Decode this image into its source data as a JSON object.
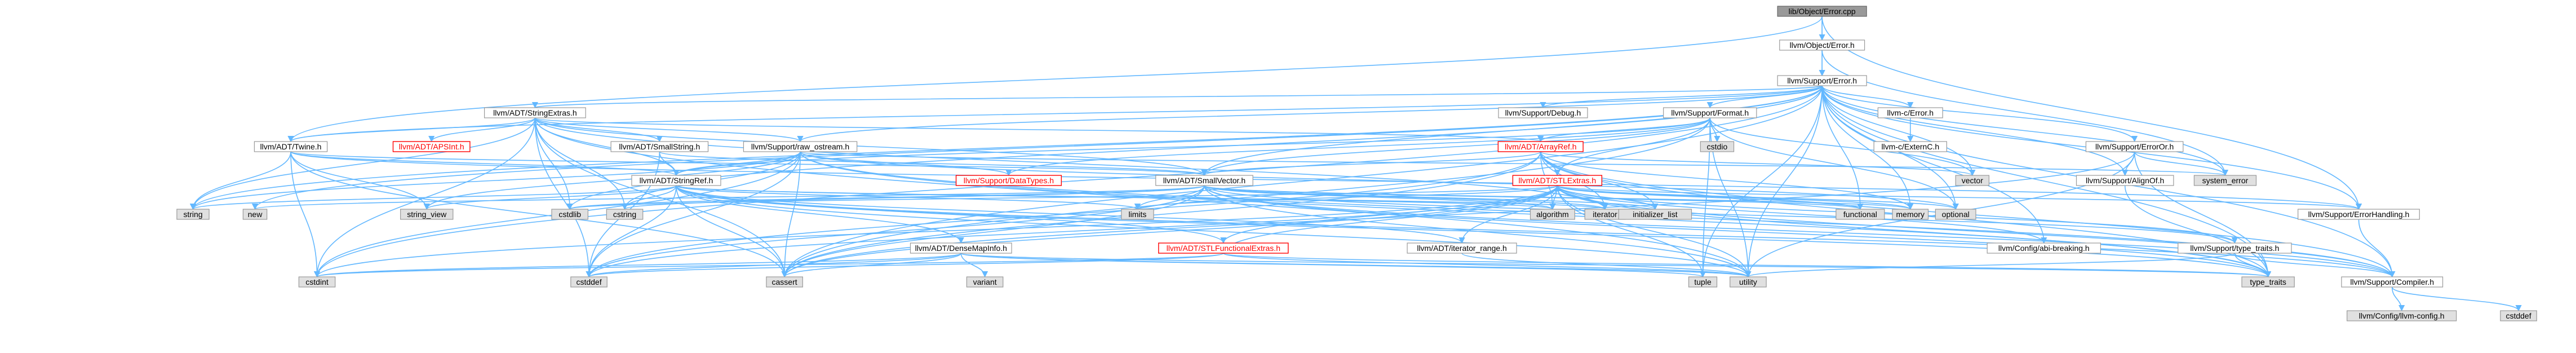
{
  "graph": {
    "colors": {
      "edge": "#63b8ff",
      "root_fill": "#999999",
      "sys_fill": "#e0e0e0",
      "highlight": "#ff0000"
    },
    "nodes": [
      {
        "id": "root",
        "label": "lib/Object/Error.cpp",
        "kind": "root"
      },
      {
        "id": "objerr",
        "label": "llvm/Object/Error.h",
        "kind": "normal"
      },
      {
        "id": "superr",
        "label": "llvm/Support/Error.h",
        "kind": "normal"
      },
      {
        "id": "stringextras",
        "label": "llvm/ADT/StringExtras.h",
        "kind": "normal"
      },
      {
        "id": "twine",
        "label": "llvm/ADT/Twine.h",
        "kind": "normal"
      },
      {
        "id": "apsint",
        "label": "llvm/ADT/APSInt.h",
        "kind": "red"
      },
      {
        "id": "smallstring",
        "label": "llvm/ADT/SmallString.h",
        "kind": "normal"
      },
      {
        "id": "rawostream",
        "label": "llvm/Support/raw_ostream.h",
        "kind": "normal"
      },
      {
        "id": "debug",
        "label": "llvm/Support/Debug.h",
        "kind": "normal"
      },
      {
        "id": "format",
        "label": "llvm/Support/Format.h",
        "kind": "normal"
      },
      {
        "id": "arrayref",
        "label": "llvm/ADT/ArrayRef.h",
        "kind": "red"
      },
      {
        "id": "cstdio",
        "label": "cstdio",
        "kind": "sys"
      },
      {
        "id": "stlextras",
        "label": "llvm/ADT/STLExtras.h",
        "kind": "red"
      },
      {
        "id": "stringref",
        "label": "llvm/ADT/StringRef.h",
        "kind": "normal"
      },
      {
        "id": "datatypes",
        "label": "llvm/Support/DataTypes.h",
        "kind": "red"
      },
      {
        "id": "smallvector",
        "label": "llvm/ADT/SmallVector.h",
        "kind": "normal"
      },
      {
        "id": "cerror",
        "label": "llvm-c/Error.h",
        "kind": "normal"
      },
      {
        "id": "cexternc",
        "label": "llvm-c/ExternC.h",
        "kind": "normal"
      },
      {
        "id": "erroror",
        "label": "llvm/Support/ErrorOr.h",
        "kind": "normal"
      },
      {
        "id": "alignof",
        "label": "llvm/Support/AlignOf.h",
        "kind": "normal"
      },
      {
        "id": "systemerror",
        "label": "system_error",
        "kind": "sys"
      },
      {
        "id": "vector",
        "label": "vector",
        "kind": "sys"
      },
      {
        "id": "string",
        "label": "string",
        "kind": "sys"
      },
      {
        "id": "new",
        "label": "new",
        "kind": "sys"
      },
      {
        "id": "stringview",
        "label": "string_view",
        "kind": "sys"
      },
      {
        "id": "cstdlib",
        "label": "cstdlib",
        "kind": "sys"
      },
      {
        "id": "cstring",
        "label": "cstring",
        "kind": "sys"
      },
      {
        "id": "algorithm",
        "label": "algorithm",
        "kind": "sys"
      },
      {
        "id": "iterator",
        "label": "iterator",
        "kind": "sys"
      },
      {
        "id": "initlist",
        "label": "initializer_list",
        "kind": "sys"
      },
      {
        "id": "functional",
        "label": "functional",
        "kind": "sys"
      },
      {
        "id": "memory",
        "label": "memory",
        "kind": "sys"
      },
      {
        "id": "optional",
        "label": "optional",
        "kind": "sys"
      },
      {
        "id": "limits",
        "label": "limits",
        "kind": "sys"
      },
      {
        "id": "densemapinfo",
        "label": "llvm/ADT/DenseMapInfo.h",
        "kind": "normal"
      },
      {
        "id": "stlfunc",
        "label": "llvm/ADT/STLFunctionalExtras.h",
        "kind": "red"
      },
      {
        "id": "iterrange",
        "label": "llvm/ADT/iterator_range.h",
        "kind": "normal"
      },
      {
        "id": "cfgbreak",
        "label": "llvm/Config/abi-breaking.h",
        "kind": "normal"
      },
      {
        "id": "typetraitsh",
        "label": "llvm/Support/type_traits.h",
        "kind": "normal"
      },
      {
        "id": "errhandling",
        "label": "llvm/Support/ErrorHandling.h",
        "kind": "normal"
      },
      {
        "id": "compiler",
        "label": "llvm/Support/Compiler.h",
        "kind": "normal"
      },
      {
        "id": "cfgllvm",
        "label": "llvm/Config/llvm-config.h",
        "kind": "sys"
      },
      {
        "id": "cstddefc",
        "label": "cstddef",
        "kind": "sys"
      },
      {
        "id": "cstdint",
        "label": "cstdint",
        "kind": "sys"
      },
      {
        "id": "cstddef",
        "label": "cstddef",
        "kind": "sys"
      },
      {
        "id": "cassert",
        "label": "cassert",
        "kind": "sys"
      },
      {
        "id": "variant",
        "label": "variant",
        "kind": "sys"
      },
      {
        "id": "tuple",
        "label": "tuple",
        "kind": "sys"
      },
      {
        "id": "utility",
        "label": "utility",
        "kind": "sys"
      },
      {
        "id": "typetraits",
        "label": "type_traits",
        "kind": "sys"
      }
    ],
    "edges": [
      [
        "root",
        "objerr"
      ],
      [
        "root",
        "superr"
      ],
      [
        "root",
        "twine"
      ],
      [
        "root",
        "errhandling"
      ],
      [
        "objerr",
        "superr"
      ],
      [
        "objerr",
        "systemerror"
      ],
      [
        "superr",
        "stringextras"
      ],
      [
        "superr",
        "twine"
      ],
      [
        "superr",
        "debug"
      ],
      [
        "superr",
        "format"
      ],
      [
        "superr",
        "cerror"
      ],
      [
        "superr",
        "erroror"
      ],
      [
        "superr",
        "alignof"
      ],
      [
        "superr",
        "systemerror"
      ],
      [
        "superr",
        "vector"
      ],
      [
        "superr",
        "string"
      ],
      [
        "superr",
        "new"
      ],
      [
        "superr",
        "smallvector"
      ],
      [
        "superr",
        "rawostream"
      ],
      [
        "superr",
        "cstdint"
      ],
      [
        "superr",
        "cassert"
      ],
      [
        "superr",
        "cstdlib"
      ],
      [
        "superr",
        "functional"
      ],
      [
        "superr",
        "memory"
      ],
      [
        "superr",
        "optional"
      ],
      [
        "superr",
        "utility"
      ],
      [
        "superr",
        "tuple"
      ],
      [
        "superr",
        "typetraits"
      ],
      [
        "superr",
        "cfgbreak"
      ],
      [
        "superr",
        "errhandling"
      ],
      [
        "superr",
        "compiler"
      ],
      [
        "stringextras",
        "twine"
      ],
      [
        "stringextras",
        "apsint"
      ],
      [
        "stringextras",
        "smallstring"
      ],
      [
        "stringextras",
        "arrayref"
      ],
      [
        "stringextras",
        "stringref"
      ],
      [
        "stringextras",
        "smallvector"
      ],
      [
        "stringextras",
        "string"
      ],
      [
        "stringextras",
        "cstring"
      ],
      [
        "stringextras",
        "cstdlib"
      ],
      [
        "stringextras",
        "cstddef"
      ],
      [
        "stringextras",
        "cstdint"
      ],
      [
        "stringextras",
        "iterator"
      ],
      [
        "stringextras",
        "rawostream"
      ],
      [
        "stringextras",
        "cassert"
      ],
      [
        "stringextras",
        "utility"
      ],
      [
        "twine",
        "smallvector"
      ],
      [
        "twine",
        "stringref"
      ],
      [
        "twine",
        "cassert"
      ],
      [
        "twine",
        "cstdint"
      ],
      [
        "twine",
        "string"
      ],
      [
        "twine",
        "stringview"
      ],
      [
        "twine",
        "errhandling"
      ],
      [
        "smallstring",
        "smallvector"
      ],
      [
        "smallstring",
        "stringref"
      ],
      [
        "smallstring",
        "cstddef"
      ],
      [
        "rawostream",
        "stringref"
      ],
      [
        "rawostream",
        "datatypes"
      ],
      [
        "rawostream",
        "cassert"
      ],
      [
        "rawostream",
        "cstddef"
      ],
      [
        "rawostream",
        "cstdint"
      ],
      [
        "rawostream",
        "cstring"
      ],
      [
        "rawostream",
        "optional"
      ],
      [
        "rawostream",
        "string"
      ],
      [
        "rawostream",
        "stringview"
      ],
      [
        "rawostream",
        "systemerror"
      ],
      [
        "rawostream",
        "typetraits"
      ],
      [
        "rawostream",
        "compiler"
      ],
      [
        "format",
        "arrayref"
      ],
      [
        "format",
        "stringref"
      ],
      [
        "format",
        "cstdio"
      ],
      [
        "format",
        "datatypes"
      ],
      [
        "format",
        "cassert"
      ],
      [
        "format",
        "optional"
      ],
      [
        "format",
        "tuple"
      ],
      [
        "format",
        "utility"
      ],
      [
        "format",
        "vector"
      ],
      [
        "format",
        "smallvector"
      ],
      [
        "format",
        "stlextras"
      ],
      [
        "arrayref",
        "stlextras"
      ],
      [
        "arrayref",
        "smallvector"
      ],
      [
        "arrayref",
        "algorithm"
      ],
      [
        "arrayref",
        "array"
      ],
      [
        "arrayref",
        "cassert"
      ],
      [
        "arrayref",
        "cstddef"
      ],
      [
        "arrayref",
        "initlist"
      ],
      [
        "arrayref",
        "iterator"
      ],
      [
        "arrayref",
        "memory"
      ],
      [
        "arrayref",
        "typetraits"
      ],
      [
        "arrayref",
        "vector"
      ],
      [
        "arrayref",
        "compiler"
      ],
      [
        "stlextras",
        "algorithm"
      ],
      [
        "stlextras",
        "cassert"
      ],
      [
        "stlextras",
        "cstddef"
      ],
      [
        "stlextras",
        "cstdint"
      ],
      [
        "stlextras",
        "cstdlib"
      ],
      [
        "stlextras",
        "functional"
      ],
      [
        "stlextras",
        "initlist"
      ],
      [
        "stlextras",
        "iterator"
      ],
      [
        "stlextras",
        "limits"
      ],
      [
        "stlextras",
        "memory"
      ],
      [
        "stlextras",
        "optional"
      ],
      [
        "stlextras",
        "tuple"
      ],
      [
        "stlextras",
        "typetraits"
      ],
      [
        "stlextras",
        "utility"
      ],
      [
        "stlextras",
        "stlfunc"
      ],
      [
        "stlextras",
        "iterrange"
      ],
      [
        "stlextras",
        "cfgbreak"
      ],
      [
        "stlextras",
        "errhandling"
      ],
      [
        "stlextras",
        "typetraitsh"
      ],
      [
        "stlextras",
        "compiler"
      ],
      [
        "stringref",
        "densemapinfo"
      ],
      [
        "stringref",
        "stlfunc"
      ],
      [
        "stringref",
        "iterrange"
      ],
      [
        "stringref",
        "compiler"
      ],
      [
        "stringref",
        "algorithm"
      ],
      [
        "stringref",
        "cassert"
      ],
      [
        "stringref",
        "cstddef"
      ],
      [
        "stringref",
        "cstring"
      ],
      [
        "stringref",
        "limits"
      ],
      [
        "stringref",
        "string"
      ],
      [
        "stringref",
        "stringview"
      ],
      [
        "stringref",
        "typetraits"
      ],
      [
        "stringref",
        "utility"
      ],
      [
        "stringref",
        "iterator"
      ],
      [
        "smallvector",
        "compiler"
      ],
      [
        "smallvector",
        "typetraitsh"
      ],
      [
        "smallvector",
        "algorithm"
      ],
      [
        "smallvector",
        "cassert"
      ],
      [
        "smallvector",
        "cstddef"
      ],
      [
        "smallvector",
        "cstdlib"
      ],
      [
        "smallvector",
        "cstring"
      ],
      [
        "smallvector",
        "functional"
      ],
      [
        "smallvector",
        "initlist"
      ],
      [
        "smallvector",
        "iterator"
      ],
      [
        "smallvector",
        "limits"
      ],
      [
        "smallvector",
        "memory"
      ],
      [
        "smallvector",
        "new"
      ],
      [
        "smallvector",
        "typetraits"
      ],
      [
        "smallvector",
        "utility"
      ],
      [
        "densemapinfo",
        "cassert"
      ],
      [
        "densemapinfo",
        "cstddef"
      ],
      [
        "densemapinfo",
        "cstdint"
      ],
      [
        "densemapinfo",
        "tuple"
      ],
      [
        "densemapinfo",
        "typetraits"
      ],
      [
        "densemapinfo",
        "utility"
      ],
      [
        "densemapinfo",
        "variant"
      ],
      [
        "stlfunc",
        "stlextras"
      ],
      [
        "stlfunc",
        "cstddef"
      ],
      [
        "stlfunc",
        "cstdint"
      ],
      [
        "stlfunc",
        "typetraits"
      ],
      [
        "stlfunc",
        "utility"
      ],
      [
        "iterrange",
        "utility"
      ],
      [
        "cerror",
        "cexternc"
      ],
      [
        "erroror",
        "alignof"
      ],
      [
        "erroror",
        "cassert"
      ],
      [
        "erroror",
        "systemerror"
      ],
      [
        "erroror",
        "typetraits"
      ],
      [
        "erroror",
        "utility"
      ],
      [
        "alignof",
        "typetraits"
      ],
      [
        "typetraitsh",
        "compiler"
      ],
      [
        "typetraitsh",
        "typetraits"
      ],
      [
        "typetraitsh",
        "utility"
      ],
      [
        "errhandling",
        "compiler"
      ],
      [
        "compiler",
        "cfgllvm"
      ],
      [
        "compiler",
        "cstddefc"
      ]
    ]
  }
}
